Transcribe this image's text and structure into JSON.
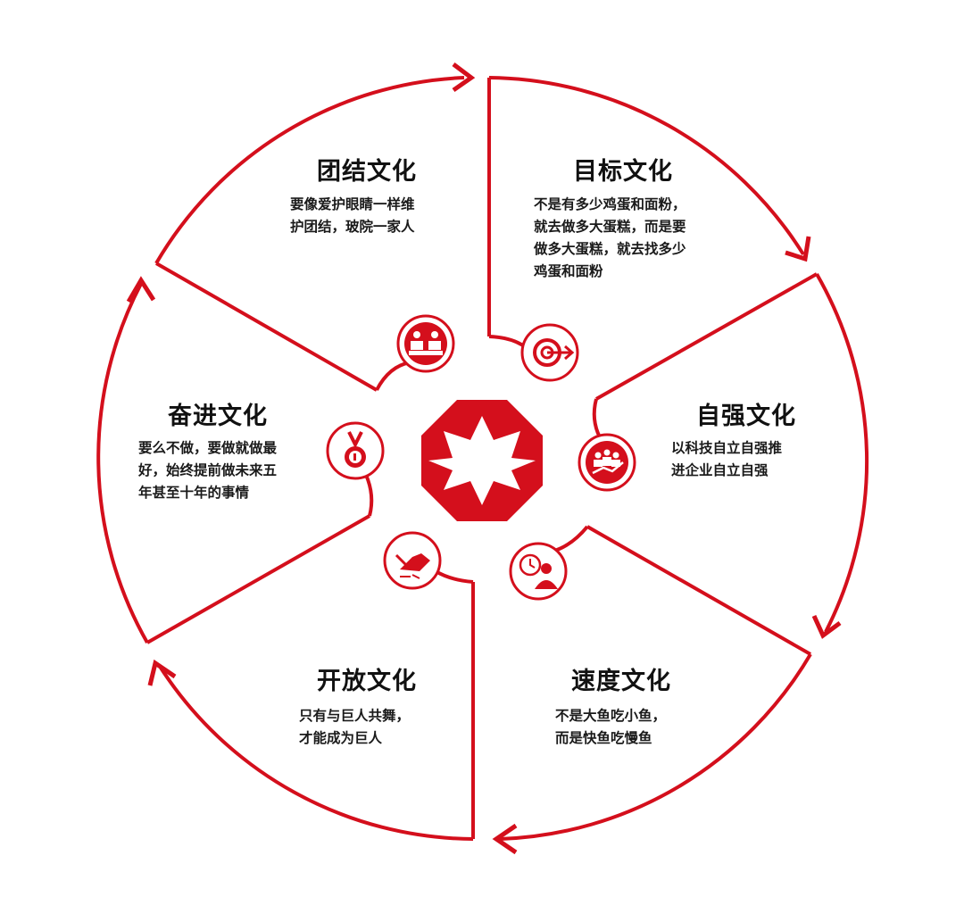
{
  "colors": {
    "accent": "#d40f1c",
    "text": "#1a1a1a",
    "background": "#ffffff"
  },
  "center_logo": {
    "icon": "octagon-star-logo-icon"
  },
  "sections": [
    {
      "id": "unity",
      "title": "团结文化",
      "icon": "handshake-people-icon",
      "lines": [
        "要像爱护眼睛一样维",
        "护团结，玻院一家人"
      ]
    },
    {
      "id": "goal",
      "title": "目标文化",
      "icon": "target-arrow-icon",
      "lines": [
        "不是有多少鸡蛋和面粉，",
        "就去做多大蛋糕，而是要",
        "做多大蛋糕，就去找多少",
        "鸡蛋和面粉"
      ]
    },
    {
      "id": "self-strength",
      "title": "自强文化",
      "icon": "team-growth-icon",
      "lines": [
        "以科技自立自强推",
        "进企业自立自强"
      ]
    },
    {
      "id": "speed",
      "title": "速度文化",
      "icon": "clock-person-icon",
      "lines": [
        "不是大鱼吃小鱼，",
        "而是快鱼吃慢鱼"
      ]
    },
    {
      "id": "open",
      "title": "开放文化",
      "icon": "handshake-deal-icon",
      "lines": [
        "只有与巨人共舞，",
        "才能成为巨人"
      ]
    },
    {
      "id": "striving",
      "title": "奋进文化",
      "icon": "medal-icon",
      "lines": [
        "要么不做，要做就做最",
        "好，始终提前做未来五",
        "年甚至十年的事情"
      ]
    }
  ]
}
